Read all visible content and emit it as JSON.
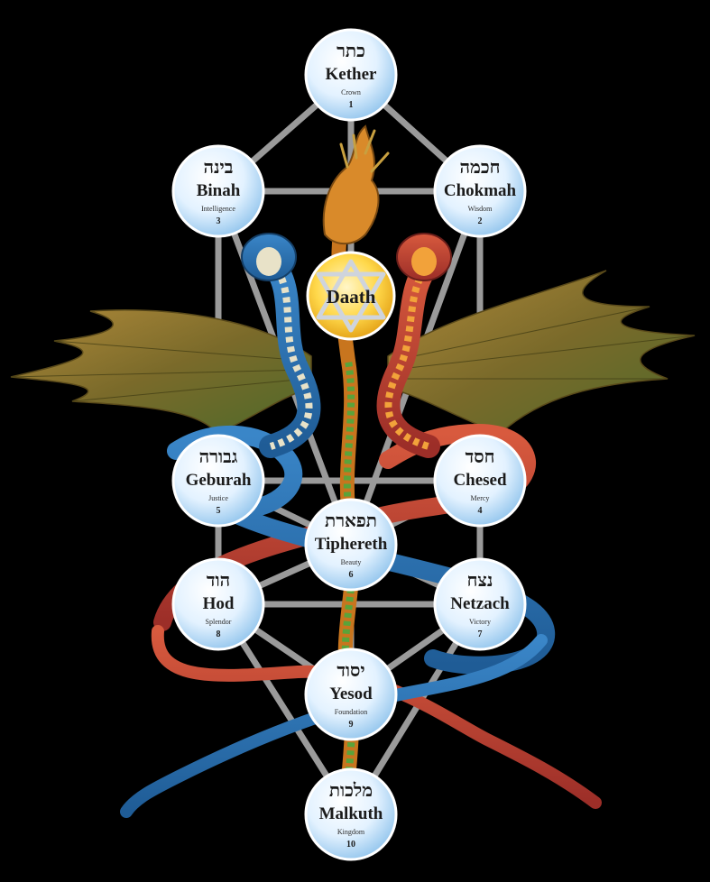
{
  "sephirot": [
    {
      "id": "kether",
      "hebrew": "כתר",
      "name": "Kether",
      "meaning": "Crown",
      "number": "1"
    },
    {
      "id": "chokmah",
      "hebrew": "חכמה",
      "name": "Chokmah",
      "meaning": "Wisdom",
      "number": "2"
    },
    {
      "id": "binah",
      "hebrew": "בינה",
      "name": "Binah",
      "meaning": "Intelligence",
      "number": "3"
    },
    {
      "id": "chesed",
      "hebrew": "חסד",
      "name": "Chesed",
      "meaning": "Mercy",
      "number": "4"
    },
    {
      "id": "geburah",
      "hebrew": "גבורה",
      "name": "Geburah",
      "meaning": "Justice",
      "number": "5"
    },
    {
      "id": "tiphereth",
      "hebrew": "תפארת",
      "name": "Tiphereth",
      "meaning": "Beauty",
      "number": "6"
    },
    {
      "id": "netzach",
      "hebrew": "נצח",
      "name": "Netzach",
      "meaning": "Victory",
      "number": "7"
    },
    {
      "id": "hod",
      "hebrew": "הוד",
      "name": "Hod",
      "meaning": "Splendor",
      "number": "8"
    },
    {
      "id": "yesod",
      "hebrew": "יסוד",
      "name": "Yesod",
      "meaning": "Foundation",
      "number": "9"
    },
    {
      "id": "malkuth",
      "hebrew": "מלכות",
      "name": "Malkuth",
      "meaning": "Kingdom",
      "number": "10"
    }
  ],
  "daath": {
    "name": "Daath",
    "symbol": "star-of-david-icon"
  },
  "colors": {
    "background": "#000000",
    "sphere_fill": "#dcefff",
    "sphere_border": "#ffffff",
    "daath_fill": "#ffd84a",
    "paths": "#9a9a9a",
    "serpent_blue": "#2a73b8",
    "serpent_red": "#c0443a",
    "dragon_green": "#5a9a3a",
    "wings": "#8a6a2a"
  }
}
